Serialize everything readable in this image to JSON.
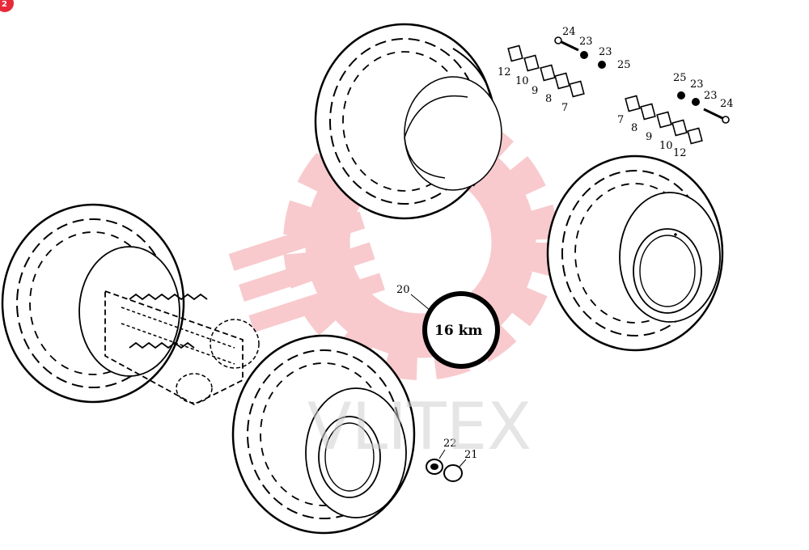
{
  "badge": {
    "text": "2",
    "color": "#e8283a"
  },
  "watermark": {
    "text": "VLITEX",
    "color": "#f4a0a6"
  },
  "ring": {
    "label": "16 km",
    "callout": "20"
  },
  "callouts": [
    {
      "id": "c24a",
      "text": "24"
    },
    {
      "id": "c23a",
      "text": "23"
    },
    {
      "id": "c23b",
      "text": "23"
    },
    {
      "id": "c25a",
      "text": "25"
    },
    {
      "id": "c12a",
      "text": "12"
    },
    {
      "id": "c10a",
      "text": "10"
    },
    {
      "id": "c9a",
      "text": "9"
    },
    {
      "id": "c8a",
      "text": "8"
    },
    {
      "id": "c7a",
      "text": "7"
    },
    {
      "id": "c25b",
      "text": "25"
    },
    {
      "id": "c23c",
      "text": "23"
    },
    {
      "id": "c23d",
      "text": "23"
    },
    {
      "id": "c24b",
      "text": "24"
    },
    {
      "id": "c7b",
      "text": "7"
    },
    {
      "id": "c8b",
      "text": "8"
    },
    {
      "id": "c9b",
      "text": "9"
    },
    {
      "id": "c10b",
      "text": "10"
    },
    {
      "id": "c12b",
      "text": "12"
    },
    {
      "id": "c22",
      "text": "22"
    },
    {
      "id": "c21",
      "text": "21"
    }
  ]
}
